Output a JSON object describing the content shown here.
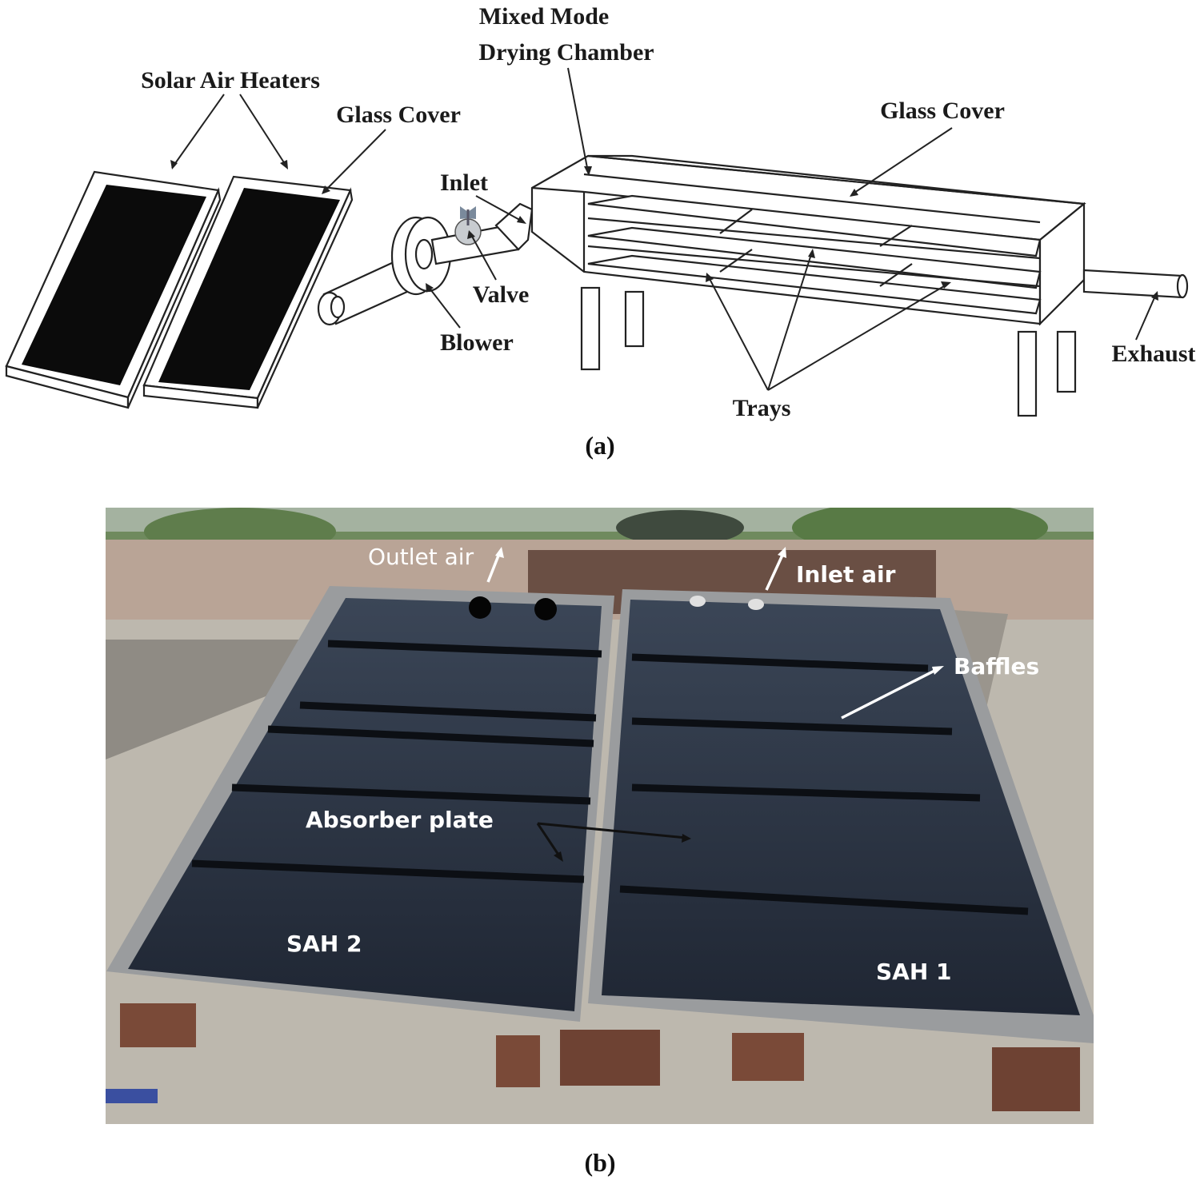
{
  "panel_a": {
    "labels": {
      "solar_air_heaters": "Solar Air Heaters",
      "glass_cover_left": "Glass Cover",
      "mixed_mode": "Mixed Mode",
      "drying_chamber": "Drying Chamber",
      "glass_cover_right": "Glass Cover",
      "inlet": "Inlet",
      "valve": "Valve",
      "blower": "Blower",
      "exhaust": "Exhaust",
      "trays": "Trays"
    },
    "caption": "(a)"
  },
  "panel_b": {
    "labels": {
      "outlet_air": "Outlet air",
      "inlet_air": "Inlet air",
      "baffles": "Baffles",
      "absorber_plate": "Absorber plate",
      "sah2": "SAH 2",
      "sah1": "SAH 1"
    },
    "caption": "(b)"
  },
  "colors": {
    "panel_black": "#0b0b0b",
    "absorber": "#2a3446",
    "sky": "#8a9a88",
    "wall": "#b9a496",
    "floor": "#bdb8ae",
    "brick": "#7a4a38",
    "frame": "#9a9c9e"
  }
}
